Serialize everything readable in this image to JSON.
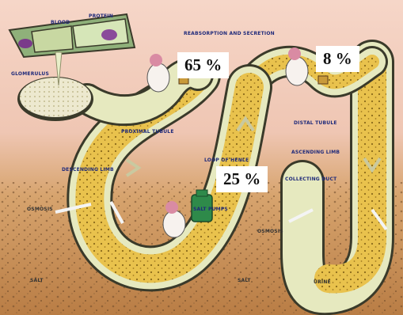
{
  "labels": {
    "blood": "BLOOD",
    "protein": "PROTEIN",
    "reabsorption": "REABSORPTION AND SECRETION",
    "glomerulus": "GLOMERULUS",
    "proximal_tubule": "PROXIMAL TUBULE",
    "descending_limb": "DESCENDING LIMB",
    "loop_of_henle": "LOOP OF HENLE",
    "salt_pumps": "SALT PUMPS",
    "ascending_limb": "ASCENDING LIMB",
    "distal_tubule": "DISTAL TUBULE",
    "collecting_duct": "COLLECTING DUCT",
    "osmosis_left": "OSMOSIS",
    "osmosis_right": "OSMOSIS",
    "salt_left": "SALT",
    "salt_right": "SALT",
    "urine": "URINE"
  },
  "percentages": {
    "proximal": "65 %",
    "distal": "8 %",
    "loop": "25 %"
  },
  "colors": {
    "interstitium_top": "#f2c9b8",
    "interstitium_bottom": "#c98e52",
    "tubule_wall": "#d9dfaa",
    "tubule_fluid": "#e8c04a",
    "label": "#1f2a7a"
  }
}
